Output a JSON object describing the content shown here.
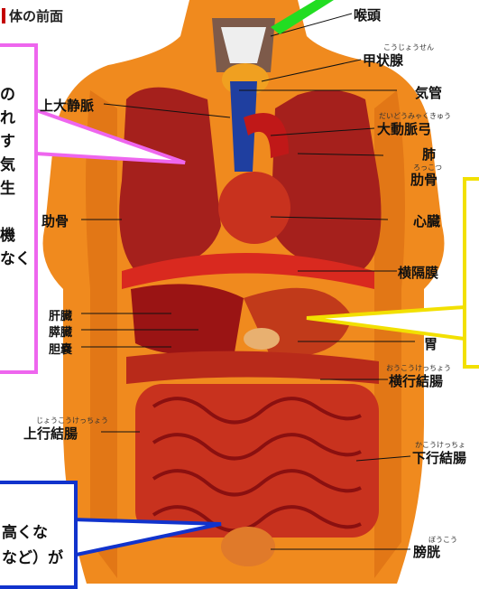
{
  "figure": {
    "title": "体の前面"
  },
  "labels": {
    "throat": "喉頭",
    "thyroid_ruby": "こうじょうせん",
    "thyroid": "甲状腺",
    "svc": "上大静脈",
    "trachea": "気管",
    "aorta_ruby": "だいどうみゃくきゅう",
    "aorta": "大動脈弓",
    "lung": "肺",
    "rib_right_ruby": "ろっこつ",
    "rib_right": "肋骨",
    "rib_left": "助骨",
    "heart": "心臓",
    "diaphragm": "横隔膜",
    "liver": "肝臓",
    "pancreas": "膵臓",
    "gallbladder": "胆嚢",
    "stomach": "胃",
    "transverse_ruby": "おうこうけっちょう",
    "transverse_colon": "横行結腸",
    "ascending_ruby": "じょうこうけっちょう",
    "ascending_colon": "上行結腸",
    "descending_ruby": "かこうけっちょ",
    "descending_colon": "下行結腸",
    "bladder_ruby": "ぼうこう",
    "bladder": "膀胱"
  },
  "callouts": {
    "pink_lines": [
      "の",
      "れ",
      "す",
      "気",
      "生",
      "",
      "機",
      "なく"
    ],
    "blue_lines": [
      "高くな",
      "など）が"
    ]
  },
  "colors": {
    "skin": "#f08a1e",
    "organ_dark": "#9a1414",
    "organ_mid": "#c8321e",
    "pink_callout": "#ee66ee",
    "yellow_callout": "#f2e000",
    "blue_callout": "#1133cc",
    "green_pointer": "#22dd22"
  }
}
